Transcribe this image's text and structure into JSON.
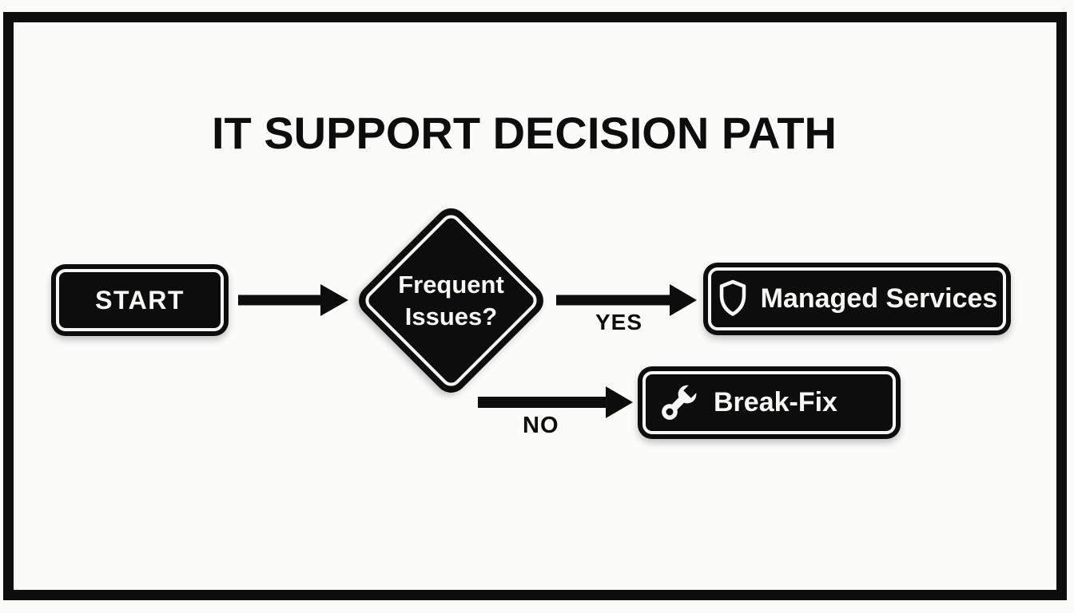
{
  "page": {
    "title": "IT SUPPORT DECISION PATH"
  },
  "flowchart": {
    "start": {
      "label": "START"
    },
    "decision": {
      "label": "Frequent Issues?",
      "lines": [
        "Frequent",
        "Issues?"
      ]
    },
    "edges": {
      "yes_label": "YES",
      "no_label": "NO"
    },
    "outcomes": {
      "managed_services": {
        "label": "Managed Services",
        "icon": "shield-icon"
      },
      "break_fix": {
        "label": "Break-Fix",
        "icon": "wrench-icon"
      }
    }
  },
  "colors": {
    "ink": "#0d0d0d",
    "bg": "#fbfbfa",
    "node_text": "#f7f7f5"
  }
}
